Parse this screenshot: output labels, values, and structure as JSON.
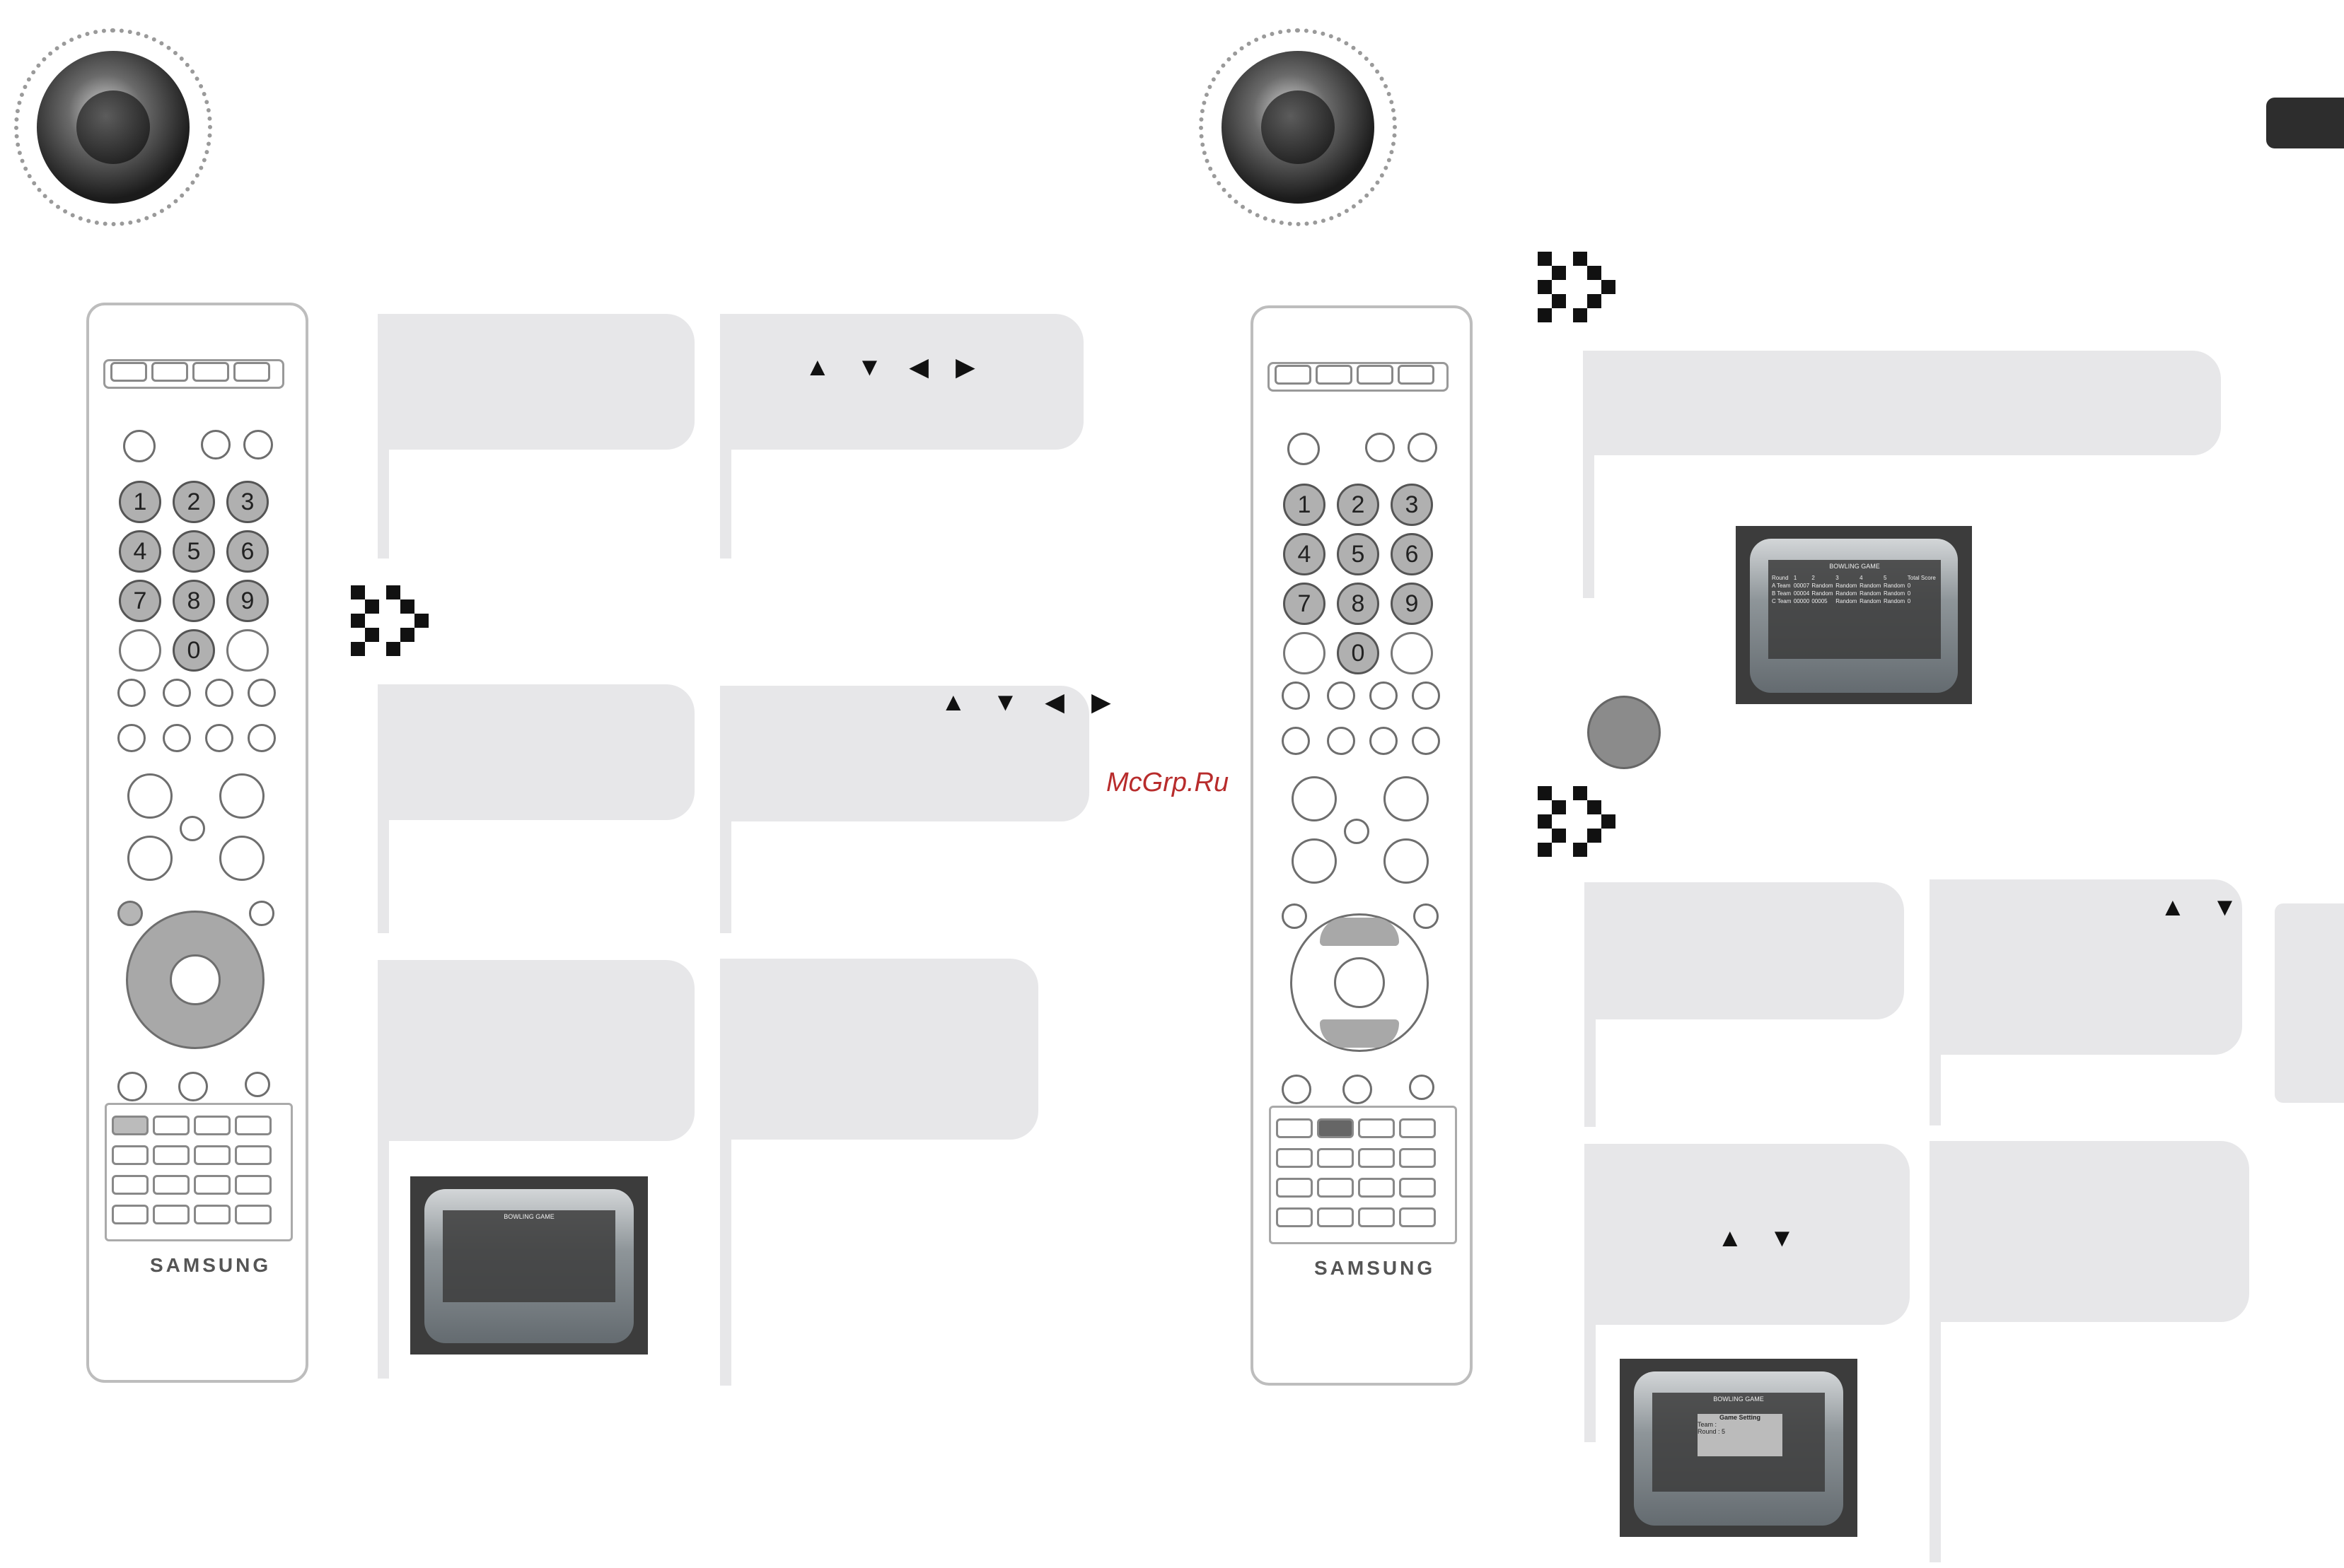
{
  "watermark": "McGrp.Ru",
  "remote": {
    "brand": "SAMSUNG",
    "number_keys": [
      "1",
      "2",
      "3",
      "4",
      "5",
      "6",
      "7",
      "8",
      "9",
      "0"
    ]
  },
  "arrow_glyphs": {
    "four_way": "▲ ▼ ◀ ▶",
    "up_down": "▲ ▼"
  },
  "bowling_screen": {
    "title": "BOWLING GAME",
    "header": [
      "Round",
      "1",
      "2",
      "3",
      "4",
      "5",
      "Total Score"
    ],
    "rows": [
      [
        "A Team",
        "00007",
        "Random",
        "Random",
        "Random",
        "Random",
        "0"
      ],
      [
        "B Team",
        "00004",
        "Random",
        "Random",
        "Random",
        "Random",
        "0"
      ],
      [
        "C Team",
        "00000",
        "00005",
        "Random",
        "Random",
        "Random",
        "0"
      ]
    ]
  },
  "game_setting_popup": {
    "title": "Game Setting",
    "team_label": "Team :",
    "round_label": "Round :",
    "round_value": "5"
  }
}
